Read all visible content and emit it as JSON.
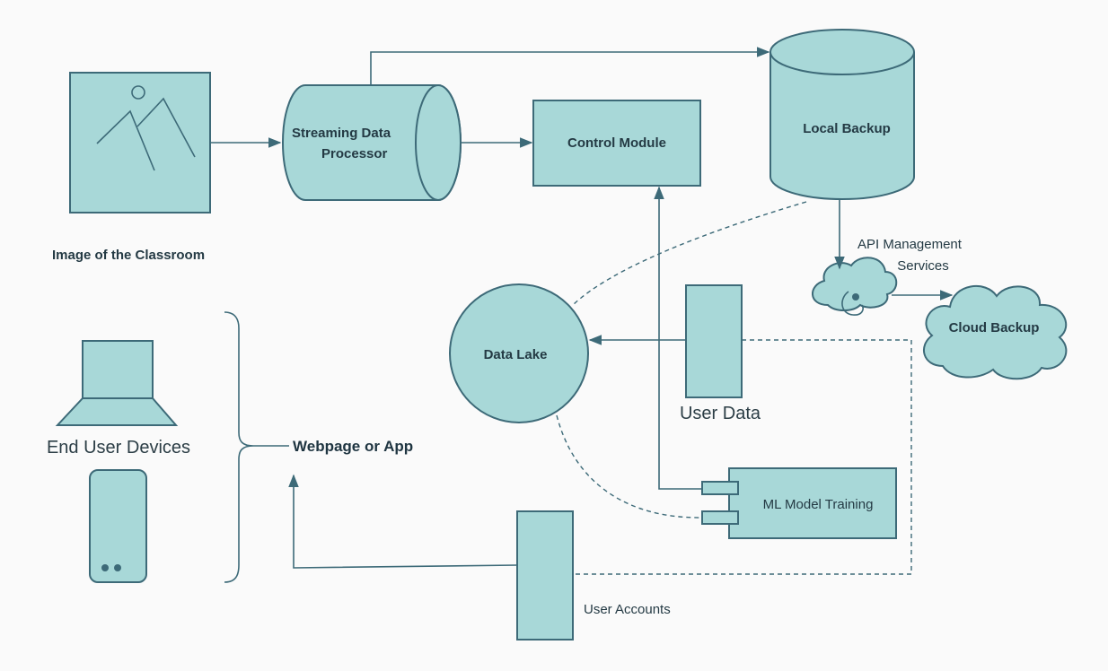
{
  "colors": {
    "fill": "#a8d8d8",
    "stroke": "#3d6a78",
    "background": "#fafafa"
  },
  "icons": {
    "image_placeholder": "image-icon",
    "laptop": "laptop-icon",
    "phone": "phone-icon",
    "cloud": "cloud-icon"
  },
  "nodes": {
    "image_caption": "Image of the Classroom",
    "streaming_line1": "Streaming Data",
    "streaming_line2": "Processor",
    "control_module": "Control Module",
    "local_backup": "Local Backup",
    "api_line1": "API Management",
    "api_line2": "Services",
    "cloud_backup": "Cloud Backup",
    "data_lake": "Data Lake",
    "user_data": "User Data",
    "ml_model": "ML Model Training",
    "end_user_devices": "End User Devices",
    "webpage_or_app": "Webpage or App",
    "user_accounts": "User Accounts"
  }
}
